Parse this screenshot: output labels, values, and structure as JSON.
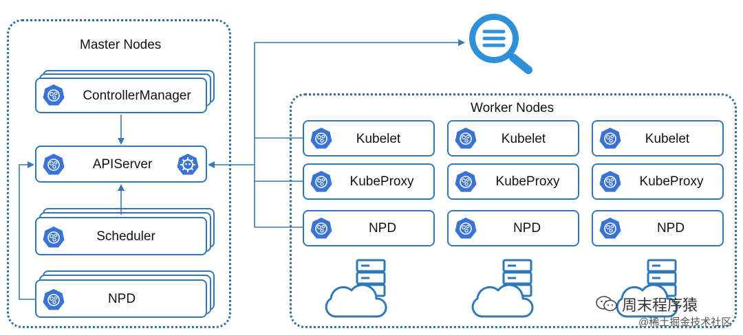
{
  "master": {
    "title": "Master Nodes",
    "controller_manager": "ControllerManager",
    "api_server": "APIServer",
    "scheduler": "Scheduler",
    "npd": "NPD"
  },
  "worker": {
    "title": "Worker Nodes",
    "nodes": [
      {
        "kubelet": "Kubelet",
        "kubeproxy": "KubeProxy",
        "npd": "NPD"
      },
      {
        "kubelet": "Kubelet",
        "kubeproxy": "KubeProxy",
        "npd": "NPD"
      },
      {
        "kubelet": "Kubelet",
        "kubeproxy": "KubeProxy",
        "npd": "NPD"
      }
    ]
  },
  "watermark": {
    "line1": "周末程序猿",
    "line2": "@稀土掘金技术社区"
  },
  "colors": {
    "accent": "#2f78b7",
    "icon_fill": "#3a73d4",
    "search_icon": "#2f8fd8"
  },
  "icons": {
    "component": "kubernetes-helm-icon",
    "search": "search-list-icon",
    "server": "server-icon",
    "cloud": "cloud-icon"
  }
}
